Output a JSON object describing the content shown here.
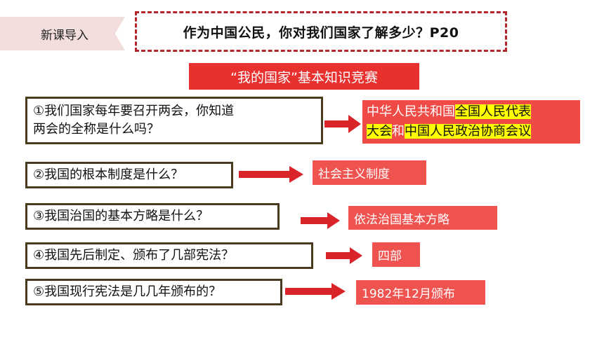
{
  "intro_tag": "新课导入",
  "title": "作为中国公民，你对我们国家了解多少？P20",
  "banner": "“我的国家”基本知识竞赛",
  "questions": [
    {
      "line1": "①我们国家每年要召开两会，你知道",
      "line2": "两会的全称是什么吗？"
    },
    {
      "text": "②我国的根本制度是什么？"
    },
    {
      "text": "③我国治国的基本方略是什么？"
    },
    {
      "text": "④我国先后制定、颁布了几部宪法？"
    },
    {
      "text": "⑤我国现行宪法是几几年颁布的？"
    }
  ],
  "answers": {
    "a1": {
      "p1": "中华人民共和国",
      "h1": "全国人民代表",
      "h2": "大会",
      "p2": "和",
      "h3": "中国人民政治协商会议"
    },
    "a2": "社会主义制度",
    "a3": "依法治国基本方略",
    "a4": "四部",
    "a5": "1982年12月颁布"
  },
  "colors": {
    "accent_red": "#e8302f",
    "highlight": "#ffff00",
    "dash_border": "#b3262c"
  }
}
